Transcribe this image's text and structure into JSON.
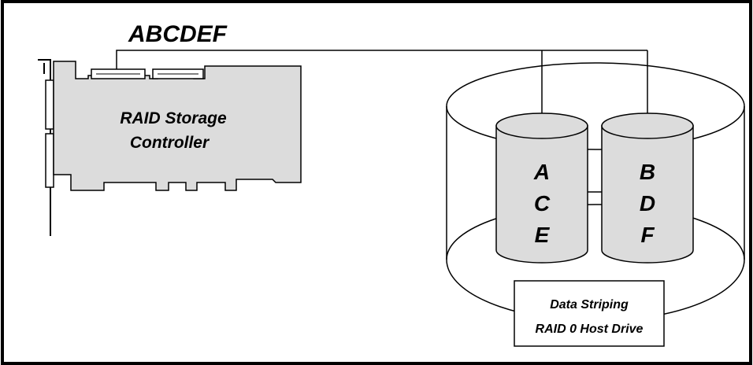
{
  "diagram": {
    "stream_label": "ABCDEF",
    "controller_label_line1": "RAID Storage",
    "controller_label_line2": "Controller",
    "disk1": [
      "A",
      "C",
      "E"
    ],
    "disk2": [
      "B",
      "D",
      "F"
    ],
    "caption_line1": "Data Striping",
    "caption_line2": "RAID 0 Host Drive"
  },
  "colors": {
    "card_fill": "#dcdcdc",
    "disk_fill": "#dcdcdc",
    "frame": "#000000"
  }
}
